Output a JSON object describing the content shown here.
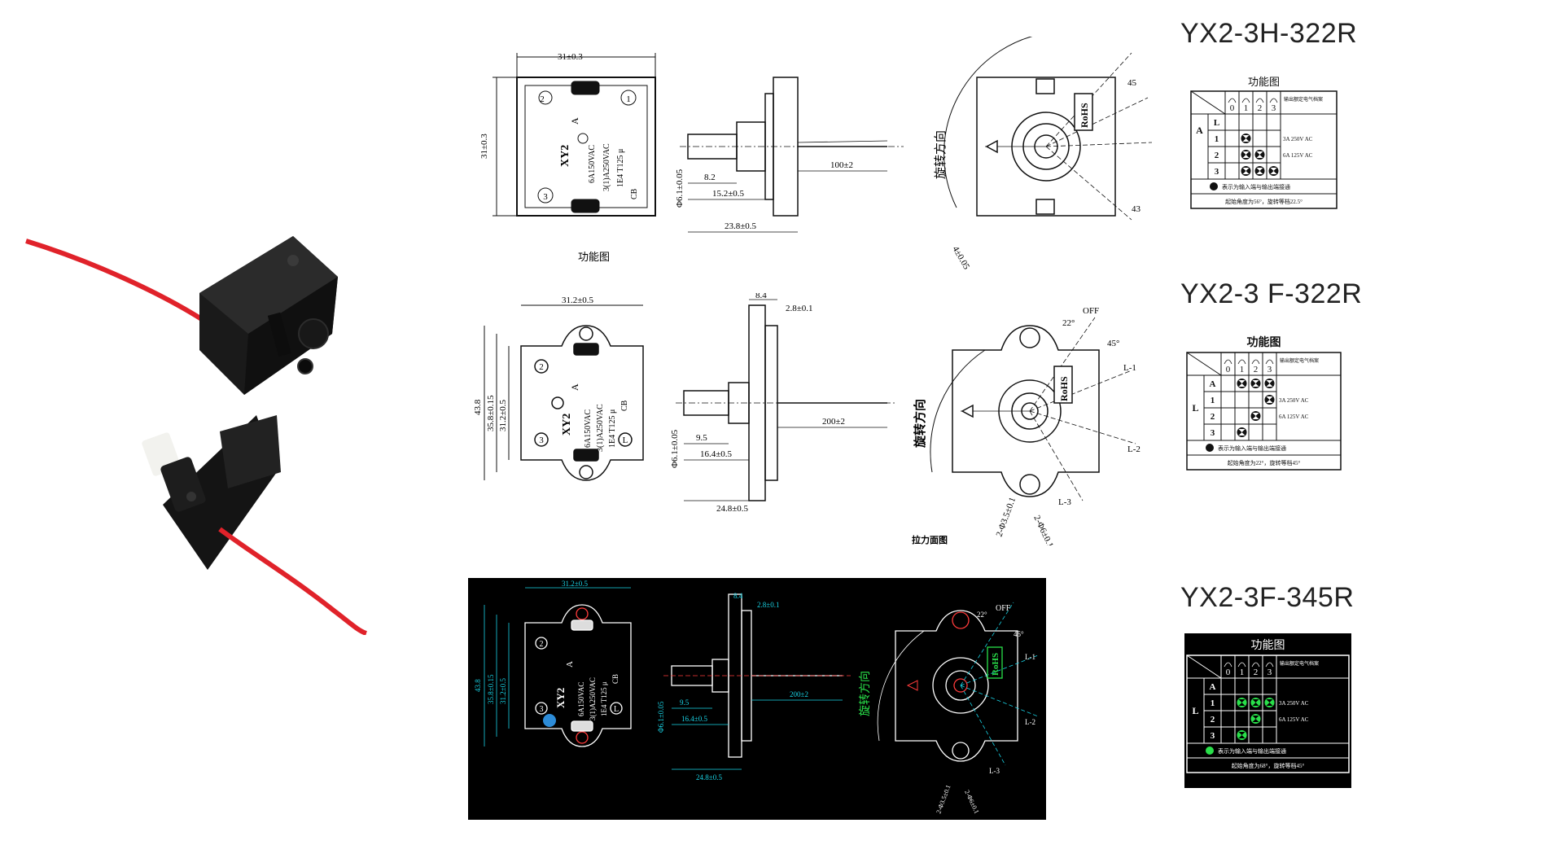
{
  "models": [
    {
      "name": "YX2-3H-322R"
    },
    {
      "name": "YX2-3 F-322R"
    },
    {
      "name": "YX2-3F-345R"
    }
  ],
  "function_label": "功能图",
  "rotation_label": "旋转方向",
  "rohs": "RoHS",
  "switch_marks": {
    "brand": "XY2",
    "a": "A",
    "rating1": "6A150VAC",
    "rating2": "3(1)A250VAC",
    "rating3": "1E4 T125 μ",
    "cb": "CB",
    "num1": "1",
    "num2": "2",
    "num3": "3",
    "l": "L"
  },
  "drawing1": {
    "width": "31±0.3",
    "height": "31±0.3",
    "d82": "8.2",
    "d152": "15.2±0.5",
    "d238": "23.8±0.5",
    "lead": "100±2",
    "shaft": "Φ6.1±0.05",
    "angle45": "45",
    "angle43": "43",
    "angle4": "4±0.05"
  },
  "drawing2": {
    "width": "31.2±0.5",
    "height_total": "43.8",
    "height_a": "35.8±0.15",
    "height_b": "31.2±0.5",
    "d84": "8.4",
    "d28": "2.8±0.1",
    "d95": "9.5",
    "d164": "16.4±0.5",
    "d248": "24.8±0.5",
    "lead": "200±2",
    "shaft": "Φ6.1±0.05",
    "off": "OFF",
    "a22": "22°",
    "a45": "45°",
    "l1": "L-1",
    "l2": "L-2",
    "l3": "L-3",
    "hole1": "2-Φ3.5±0.1",
    "hole2": "2-Φ6±0.1",
    "caption": "拉力面图"
  },
  "table1": {
    "cols": [
      "0",
      "1",
      "2",
      "3"
    ],
    "output_label": "输出额定电气档案",
    "rows": [
      {
        "input": "A",
        "pos": "L",
        "cells": [
          0,
          0,
          0,
          0
        ],
        "rating": ""
      },
      {
        "input": "",
        "pos": "1",
        "cells": [
          0,
          1,
          0,
          0
        ],
        "rating": "3A 250V AC"
      },
      {
        "input": "",
        "pos": "2",
        "cells": [
          0,
          1,
          1,
          0
        ],
        "rating": "6A 125V AC"
      },
      {
        "input": "",
        "pos": "3",
        "cells": [
          0,
          1,
          1,
          1
        ],
        "rating": ""
      }
    ],
    "legend": "表示为输入端与输出端接通",
    "footer": "起始角度为56°，旋转等档22.5°"
  },
  "table2": {
    "cols": [
      "0",
      "1",
      "2",
      "3"
    ],
    "output_label": "输出额定电气档案",
    "rows": [
      {
        "input": "",
        "pos": "A",
        "cells": [
          0,
          1,
          1,
          1
        ],
        "rating": ""
      },
      {
        "input": "L",
        "pos": "1",
        "cells": [
          0,
          0,
          0,
          1
        ],
        "rating": "3A 250V AC"
      },
      {
        "input": "",
        "pos": "2",
        "cells": [
          0,
          0,
          1,
          0
        ],
        "rating": "6A 125V AC"
      },
      {
        "input": "",
        "pos": "3",
        "cells": [
          0,
          1,
          0,
          0
        ],
        "rating": ""
      }
    ],
    "legend": "表示为输入端与输出端接通",
    "footer": "起始角度为22°，旋转等档45°"
  },
  "table3": {
    "cols": [
      "0",
      "1",
      "2",
      "3"
    ],
    "output_label": "输出额定电气档案",
    "rows": [
      {
        "input": "",
        "pos": "A",
        "cells": [
          0,
          0,
          0,
          0
        ],
        "rating": ""
      },
      {
        "input": "L",
        "pos": "1",
        "cells": [
          0,
          1,
          1,
          1
        ],
        "rating": "3A 250V AC"
      },
      {
        "input": "",
        "pos": "2",
        "cells": [
          0,
          0,
          1,
          0
        ],
        "rating": "6A 125V AC"
      },
      {
        "input": "",
        "pos": "3",
        "cells": [
          0,
          1,
          0,
          0
        ],
        "rating": ""
      }
    ],
    "legend": "表示为输入端与输出端接通",
    "footer": "起始角度为68°，旋转等档45°"
  },
  "colors": {
    "wire": "#e0222a",
    "body": "#151515",
    "cad_bg": "#000000",
    "cad_line": "#19d4e6",
    "cad_white": "#ffffff",
    "green": "#29e04a"
  }
}
